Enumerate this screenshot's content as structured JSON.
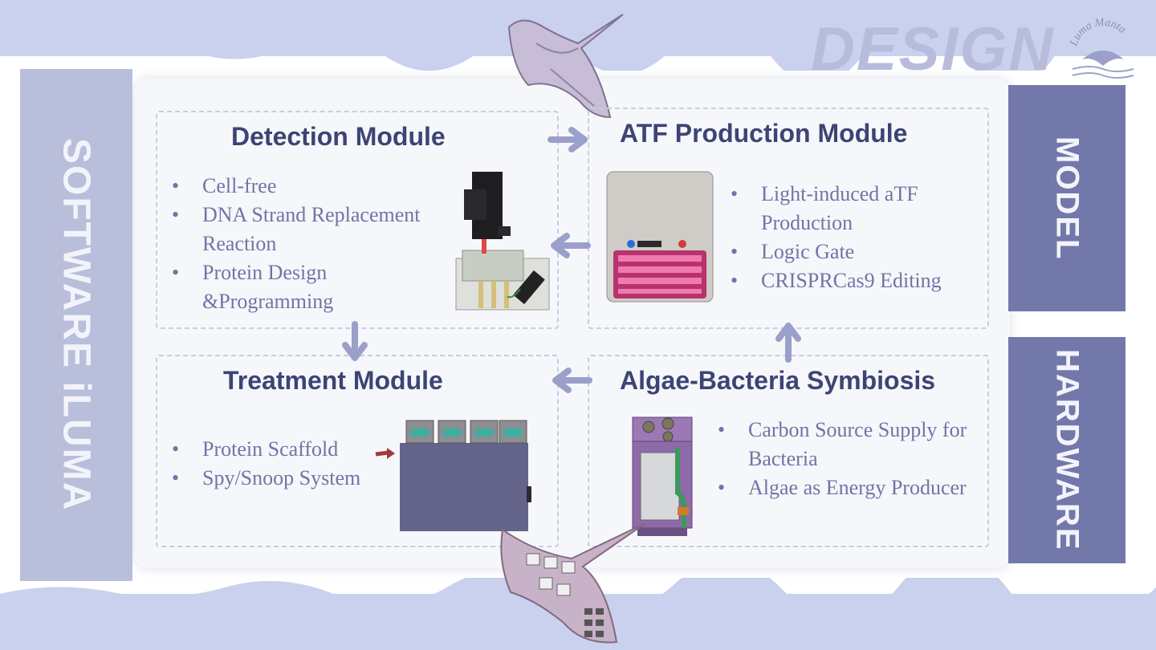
{
  "header": {
    "title": "DESIGN",
    "logo_text": "Luma Manta"
  },
  "sidebar_left": {
    "label": "SOFTWARE iLUMA"
  },
  "sidebar_right": {
    "model_label": "MODEL",
    "hardware_label": "HARDWARE"
  },
  "modules": {
    "detection": {
      "title": "Detection Module",
      "items": [
        "Cell-free",
        "DNA Strand Replacement Reaction",
        "Protein Design &Programming"
      ]
    },
    "atf": {
      "title": "ATF Production Module",
      "items": [
        "Light-induced aTF Production",
        "Logic Gate",
        "CRISPRCas9 Editing"
      ]
    },
    "treatment": {
      "title": "Treatment Module",
      "items": [
        "Protein Scaffold",
        "Spy/Snoop System"
      ]
    },
    "algae": {
      "title": "Algae-Bacteria Symbiosis",
      "items": [
        "Carbon Source Supply for Bacteria",
        "Algae as Energy Producer"
      ]
    }
  },
  "icons": [
    "microscope-icon",
    "incubator-icon",
    "manta-ray-icon",
    "treatment-device-icon",
    "bioreactor-icon",
    "arrow-right-icon",
    "arrow-left-icon",
    "arrow-down-icon",
    "arrow-up-icon"
  ],
  "colors": {
    "accent_dark": "#3d4475",
    "text_muted": "#6f75a6",
    "sidebar_light": "#b9bedb",
    "sidebar_dark": "#7378ab",
    "sky": "#c9d1ee"
  }
}
